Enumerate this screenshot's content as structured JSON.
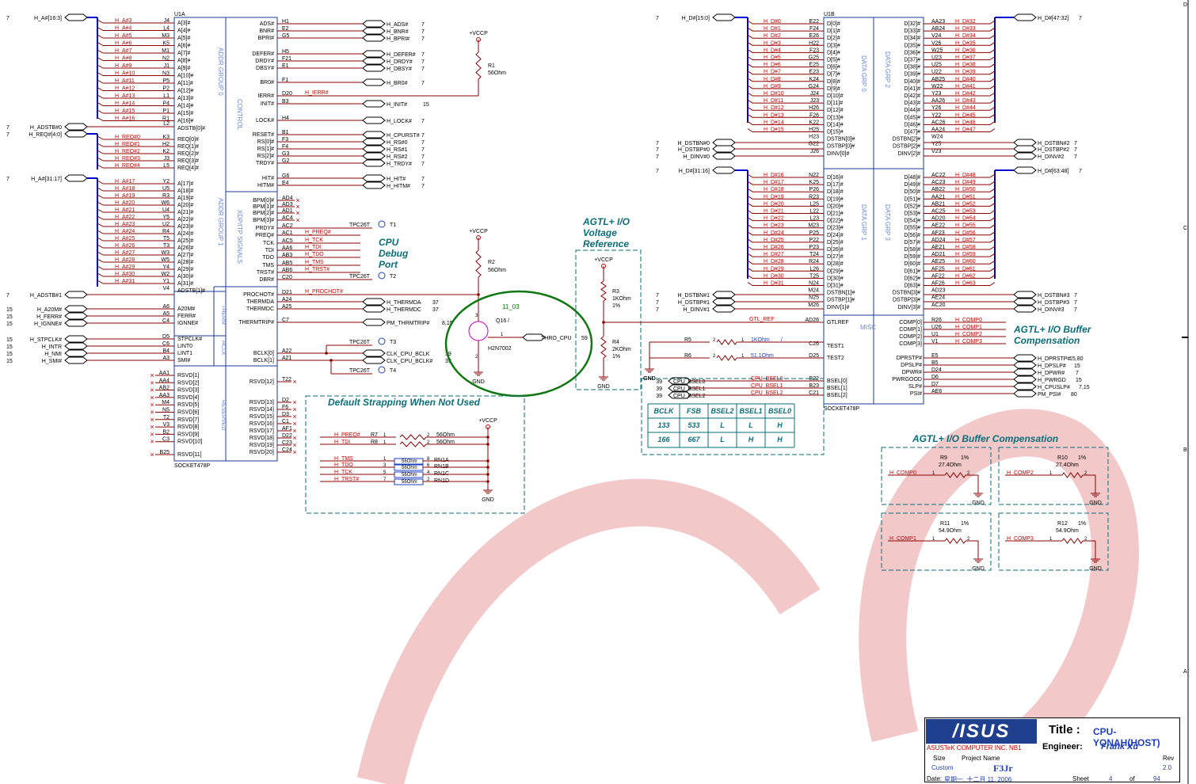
{
  "u1a": {
    "name": "U1A",
    "part": "SOCKET478P",
    "groups": [
      "ADDR GROUP 0",
      "CONTROL",
      "ADDR GROUP 1",
      "XDP/ITP SIGNALS",
      "THERM",
      "HCLK",
      "RESERVED"
    ],
    "bus_left": [
      "H_A#[16:3]",
      "H_ADSTB#0",
      "H_REQ#[4:0]",
      "H_A#[31:17]",
      "H_ADSTB#1",
      "H_A20M#",
      "H_FERR#",
      "H_IGNNE#",
      "H_STPCLK#",
      "H_INTR",
      "H_NMI",
      "H_SMI#"
    ],
    "left_pages": [
      "7",
      "7",
      "7",
      "7",
      "7",
      "15",
      "15",
      "15",
      "15",
      "15",
      "15",
      "15"
    ],
    "a_nets_1": [
      "H_A#3",
      "H_A#4",
      "H_A#5",
      "H_A#6",
      "H_A#7",
      "H_A#8",
      "H_A#9",
      "H_A#10",
      "H_A#11",
      "H_A#12",
      "H_A#13",
      "H_A#14",
      "H_A#15",
      "H_A#16"
    ],
    "a_balls_1": [
      "J4",
      "L4",
      "M3",
      "K5",
      "M1",
      "N2",
      "J1",
      "N3",
      "P5",
      "P2",
      "L1",
      "P4",
      "P1",
      "R1"
    ],
    "a_pins_1": [
      "A[3]#",
      "A[4]#",
      "A[5]#",
      "A[6]#",
      "A[7]#",
      "A[8]#",
      "A[9]#",
      "A[10]#",
      "A[11]#",
      "A[12]#",
      "A[13]#",
      "A[14]#",
      "A[15]#",
      "A[16]#",
      "ADSTB[0]#"
    ],
    "req_nets": [
      "H_REQ#0",
      "H_REQ#1",
      "H_REQ#2",
      "H_REQ#3",
      "H_REQ#4"
    ],
    "req_balls": [
      "L2",
      "K3",
      "H2",
      "K2",
      "J3",
      "L5"
    ],
    "req_pins": [
      "REQ[0]#",
      "REQ[1]#",
      "REQ[2]#",
      "REQ[3]#",
      "REQ[4]#"
    ],
    "a_nets_2": [
      "H_A#17",
      "H_A#18",
      "H_A#19",
      "H_A#20",
      "H_A#21",
      "H_A#22",
      "H_A#23",
      "H_A#24",
      "H_A#25",
      "H_A#26",
      "H_A#27",
      "H_A#28",
      "H_A#29",
      "H_A#30",
      "H_A#31"
    ],
    "a_balls_2": [
      "Y2",
      "U5",
      "R3",
      "W6",
      "U4",
      "Y5",
      "U2",
      "R4",
      "T5",
      "T3",
      "W3",
      "W5",
      "Y4",
      "W2",
      "Y1",
      "V4"
    ],
    "a_pins_2": [
      "A[17]#",
      "A[18]#",
      "A[19]#",
      "A[20]#",
      "A[21]#",
      "A[22]#",
      "A[23]#",
      "A[24]#",
      "A[25]#",
      "A[26]#",
      "A[27]#",
      "A[28]#",
      "A[29]#",
      "A[30]#",
      "A[31]#",
      "ADSTB[1]#"
    ],
    "misc_left_balls": [
      "A6",
      "A5",
      "C4",
      "D5",
      "C6",
      "B4",
      "A3"
    ],
    "misc_left_pins": [
      "A20M#",
      "FERR#",
      "IGNNE#",
      "STPCLK#",
      "LINT0",
      "LINT1",
      "SMI#"
    ],
    "rsvd_left_balls": [
      "AA1",
      "AA4",
      "AB2",
      "AA3",
      "M4",
      "N5",
      "T2",
      "V3",
      "B2",
      "C3",
      "B25"
    ],
    "rsvd_left_pins": [
      "RSVD[1]",
      "RSVD[2]",
      "RSVD[3]",
      "RSVD[4]",
      "RSVD[5]",
      "RSVD[6]",
      "RSVD[7]",
      "RSVD[8]",
      "RSVD[9]",
      "RSVD[10]",
      "RSVD[11]"
    ],
    "ctrl_pins": [
      "ADS#",
      "BNR#",
      "BPRI#",
      "DEFER#",
      "DRDY#",
      "DBSY#",
      "BR0#",
      "IERR#",
      "INIT#",
      "LOCK#",
      "RESET#",
      "RS[0]#",
      "RS[1]#",
      "RS[2]#",
      "TRDY#",
      "HIT#",
      "HITM#"
    ],
    "ctrl_balls": [
      "H1",
      "E2",
      "G5",
      "H5",
      "F21",
      "E1",
      "F1",
      "D20",
      "B3",
      "H4",
      "B1",
      "F3",
      "F4",
      "G3",
      "G2",
      "G6",
      "E4"
    ],
    "ctrl_nets": [
      "H_ADS#",
      "H_BNR#",
      "H_BPRI#",
      "H_DEFER#",
      "H_DRDY#",
      "H_DBSY#",
      "H_BR0#",
      "H_IERR#",
      "H_INIT#",
      "H_LOCK#",
      "H_CPURST#",
      "H_RS#0",
      "H_RS#1",
      "H_RS#2",
      "H_TRDY#",
      "H_HIT#",
      "H_HITM#"
    ],
    "ctrl_pages": [
      "7",
      "7",
      "7",
      "7",
      "7",
      "7",
      "7",
      "",
      "15",
      "7",
      "7",
      "7",
      "7",
      "7",
      "7",
      "7",
      "7"
    ],
    "xdp_pins": [
      "BPM[0]#",
      "BPM[1]#",
      "BPM[2]#",
      "BPM[3]#",
      "PRDY#",
      "PREQ#",
      "TCK",
      "TDI",
      "TDO",
      "TMS",
      "TRST#",
      "DBR#"
    ],
    "xdp_balls": [
      "AD4",
      "AD3",
      "AD1",
      "AC4",
      "AC2",
      "AC1",
      "AC5",
      "AA6",
      "AB3",
      "AB5",
      "AB6",
      "C20"
    ],
    "xdp_nets": [
      "H_PREQ#",
      "H_TCK",
      "H_TDI",
      "H_TDO",
      "H_TMS",
      "H_TRST#"
    ],
    "therm_pins": [
      "PROCHOT#",
      "THERMDA",
      "THERMDC",
      "THERMTRIP#"
    ],
    "therm_balls": [
      "D21",
      "A24",
      "A25",
      "C7"
    ],
    "therm_nets": [
      "H_PROCHOT#",
      "H_THERMDA",
      "H_THERMDC",
      "PM_THRMTRIP#"
    ],
    "therm_pages": [
      "",
      "37",
      "37",
      "8,15"
    ],
    "clk_pins": [
      "BCLK[0]",
      "BCLK[1]"
    ],
    "clk_balls": [
      "A22",
      "A21"
    ],
    "clk_nets": [
      "CLK_CPU_BCLK",
      "CLK_CPU_BCLK#"
    ],
    "clk_pages": [
      "39",
      "39"
    ],
    "rsvd_right_pins": [
      "RSVD[12]",
      "RSVD[13]",
      "RSVD[14]",
      "RSVD[15]",
      "RSVD[16]",
      "RSVD[17]",
      "RSVD[18]",
      "RSVD[19]",
      "RSVD[20]"
    ],
    "rsvd_right_balls": [
      "T22",
      "D2",
      "F6",
      "D3",
      "C1",
      "AF1",
      "D22",
      "C23",
      "C24"
    ],
    "testpoints": [
      "TPC26T",
      "T1",
      "TPC26T",
      "T2",
      "TPC26T",
      "T3",
      "TPC26T",
      "T4"
    ]
  },
  "u1b": {
    "name": "U1B",
    "part": "SOCKET478P",
    "groups": [
      "DATA GRP 0",
      "DATA GRP 2",
      "DATA GRP 1",
      "DATA GRP 3",
      "MISC"
    ],
    "bus_left": [
      "H_D#[15:0]",
      "H_DSTBN#0",
      "H_DSTBP#0",
      "H_DINV#0",
      "H_D#[31:16]",
      "H_DSTBN#1",
      "H_DSTBP#1",
      "H_DINV#1"
    ],
    "bus_right": [
      "H_D#[47:32]",
      "H_DSTBN#2",
      "H_DSTBP#2",
      "H_DINV#2",
      "H_D#[63:48]",
      "H_DSTBN#3",
      "H_DSTBP#3",
      "H_DINV#3"
    ],
    "d_nets_0": [
      "H_D#0",
      "H_D#1",
      "H_D#2",
      "H_D#3",
      "H_D#4",
      "H_D#5",
      "H_D#6",
      "H_D#7",
      "H_D#8",
      "H_D#9",
      "H_D#10",
      "H_D#11",
      "H_D#12",
      "H_D#13",
      "H_D#14",
      "H_D#15"
    ],
    "d_balls_0": [
      "E22",
      "F24",
      "E26",
      "H22",
      "F23",
      "G25",
      "E25",
      "E23",
      "K24",
      "G24",
      "J24",
      "J23",
      "H26",
      "F26",
      "K22",
      "H25",
      "H23",
      "G22",
      "J26"
    ],
    "d_pins_0": [
      "D[0]#",
      "D[1]#",
      "D[2]#",
      "D[3]#",
      "D[4]#",
      "D[5]#",
      "D[6]#",
      "D[7]#",
      "D[8]#",
      "D[9]#",
      "D[10]#",
      "D[11]#",
      "D[12]#",
      "D[13]#",
      "D[14]#",
      "D[15]#",
      "DSTBN[0]#",
      "DSTBP[0]#",
      "DINV[0]#"
    ],
    "d_nets_1": [
      "H_D#16",
      "H_D#17",
      "H_D#18",
      "H_D#19",
      "H_D#20",
      "H_D#21",
      "H_D#22",
      "H_D#23",
      "H_D#24",
      "H_D#25",
      "H_D#26",
      "H_D#27",
      "H_D#28",
      "H_D#29",
      "H_D#30",
      "H_D#31"
    ],
    "d_balls_1": [
      "N22",
      "K25",
      "P26",
      "R23",
      "L25",
      "L22",
      "L23",
      "M23",
      "P25",
      "P22",
      "P23",
      "T24",
      "R24",
      "L26",
      "T25",
      "N24",
      "M24",
      "N25",
      "M26"
    ],
    "d_pins_1": [
      "D[16]#",
      "D[17]#",
      "D[18]#",
      "D[19]#",
      "D[20]#",
      "D[21]#",
      "D[22]#",
      "D[23]#",
      "D[24]#",
      "D[25]#",
      "D[26]#",
      "D[27]#",
      "D[28]#",
      "D[29]#",
      "D[30]#",
      "D[31]#",
      "DSTBN[1]#",
      "DSTBP[1]#",
      "DINV[1]#"
    ],
    "d_pins_2": [
      "D[32]#",
      "D[33]#",
      "D[34]#",
      "D[35]#",
      "D[36]#",
      "D[37]#",
      "D[38]#",
      "D[39]#",
      "D[40]#",
      "D[41]#",
      "D[42]#",
      "D[43]#",
      "D[44]#",
      "D[45]#",
      "D[46]#",
      "D[47]#",
      "DSTBN[2]#",
      "DSTBP[2]#",
      "DINV[2]#"
    ],
    "d_balls_2": [
      "AA23",
      "AB24",
      "V24",
      "V26",
      "W25",
      "U23",
      "U25",
      "U22",
      "AB25",
      "W22",
      "Y23",
      "AA26",
      "Y26",
      "Y22",
      "AC26",
      "AA24",
      "W24",
      "Y25",
      "V23"
    ],
    "d_nets_2": [
      "H_D#32",
      "H_D#33",
      "H_D#34",
      "H_D#35",
      "H_D#36",
      "H_D#37",
      "H_D#38",
      "H_D#39",
      "H_D#40",
      "H_D#41",
      "H_D#42",
      "H_D#43",
      "H_D#44",
      "H_D#45",
      "H_D#46",
      "H_D#47"
    ],
    "d_pins_3": [
      "D[48]#",
      "D[49]#",
      "D[50]#",
      "D[51]#",
      "D[52]#",
      "D[53]#",
      "D[54]#",
      "D[55]#",
      "D[56]#",
      "D[57]#",
      "D[58]#",
      "D[59]#",
      "D[60]#",
      "D[61]#",
      "D[62]#",
      "D[63]#",
      "DSTBN[3]#",
      "DSTBP[3]#",
      "DINV[3]#"
    ],
    "d_balls_3": [
      "AC22",
      "AC23",
      "AB22",
      "AA21",
      "AB21",
      "AC25",
      "AD20",
      "AE22",
      "AF23",
      "AD24",
      "AE21",
      "AD21",
      "AE25",
      "AF25",
      "AF22",
      "AF26",
      "AD23",
      "AE24",
      "AC20"
    ],
    "d_nets_3": [
      "H_D#48",
      "H_D#49",
      "H_D#50",
      "H_D#51",
      "H_D#52",
      "H_D#53",
      "H_D#54",
      "H_D#55",
      "H_D#56",
      "H_D#57",
      "H_D#58",
      "H_D#59",
      "H_D#60",
      "H_D#61",
      "H_D#62",
      "H_D#63"
    ],
    "misc_left_pins": [
      "GTLREF",
      "TEST1",
      "TEST2",
      "BSEL[0]",
      "BSEL[1]",
      "BSEL[2]"
    ],
    "misc_left_balls": [
      "AD26",
      "C26",
      "D25",
      "B22",
      "B23",
      "C21"
    ],
    "misc_right_pins": [
      "COMP[0]",
      "COMP[1]",
      "COMP[2]",
      "COMP[3]",
      "DPRSTP#",
      "DPSLP#",
      "DPWR#",
      "PWRGOOD",
      "SLP#",
      "PSI#"
    ],
    "misc_right_balls": [
      "R26",
      "U26",
      "U1",
      "V1",
      "E5",
      "B5",
      "D24",
      "D6",
      "D7",
      "AE6"
    ],
    "comp_nets": [
      "H_COMP0",
      "H_COMP1",
      "H_COMP2",
      "H_COMP3"
    ],
    "pwr_nets": [
      "H_DPRSTP#",
      "H_DPSLP#",
      "H_DPWR#",
      "H_PWRGD",
      "H_CPUSLP#",
      "PM_PSI#"
    ],
    "pwr_pages": [
      "15,80",
      "15",
      "7",
      "15",
      "7,15",
      "80"
    ],
    "bsel_nets": [
      "CPU_BSEL0",
      "CPU_BSEL1",
      "CPU_BSEL2"
    ],
    "bsel_pages": [
      "39",
      "39",
      "39"
    ],
    "gtl_net": "GTL_REF"
  },
  "resistors": {
    "r1": [
      "R1",
      "56Ohm"
    ],
    "r2": [
      "R2",
      "56Ohm"
    ],
    "r3": [
      "R3",
      "1KOhm",
      "1%"
    ],
    "r4": [
      "R4",
      "2KOhm",
      "1%"
    ],
    "r5": [
      "R5",
      "1KOhm"
    ],
    "r6": [
      "R6",
      "51.1Ohm"
    ],
    "r7": [
      "R7",
      "56Ohm"
    ],
    "r8": [
      "R8",
      "56Ohm"
    ],
    "rn": [
      "RN1A",
      "RN1B",
      "RN1C",
      "RN1D"
    ],
    "rn_val": "56Ohm",
    "comp": [
      [
        "R9",
        "1%",
        "27.4Ohm"
      ],
      [
        "R10",
        "1%",
        "27.4Ohm"
      ],
      [
        "R11",
        "1%",
        "54.9Ohm"
      ],
      [
        "R12",
        "1%",
        "54.9Ohm"
      ]
    ]
  },
  "q16": {
    "ref": "Q16 /",
    "part": "H2N7002",
    "net": "THRO_CPU",
    "page": "59",
    "note": "11_03"
  },
  "labels": {
    "vccp": "+VCCP",
    "gnd": "GND",
    "debug": [
      "CPU",
      "Debug",
      "Port"
    ],
    "agtl_vref": [
      "AGTL+ I/O",
      "Voltage",
      "Reference"
    ],
    "agtl_comp": [
      "AGTL+ I/O Buffer",
      "Compensation"
    ],
    "agtl_comp2": "AGTL+ I/O Buffer Compensation",
    "strap": "Default Strapping When Not Used",
    "strap_nets": [
      "H_PREQ#",
      "H_TDI",
      "H_TMS",
      "H_TDO",
      "H_TCK",
      "H_TRST#"
    ]
  },
  "fsb_table": {
    "headers": [
      "BCLK",
      "FSB",
      "BSEL2",
      "BSEL1",
      "BSEL0"
    ],
    "rows": [
      [
        "133",
        "533",
        "L",
        "L",
        "H"
      ],
      [
        "166",
        "667",
        "L",
        "H",
        "H"
      ]
    ]
  },
  "border": [
    "D",
    "C",
    "B",
    "A"
  ],
  "title_block": {
    "logo": "/ISUS",
    "title_label": "Title :",
    "title": "CPU-YONAH(HOST)",
    "company": "ASUSTeK COMPUTER INC. NB1",
    "engineer_label": "Engineer:",
    "engineer": "Frank Xu",
    "size_label": "Size",
    "size": "Custom",
    "project_label": "Project Name",
    "project": "F3Jr",
    "rev_label": "Rev",
    "rev": "2.0",
    "date_label": "Date:",
    "date": "星期一, 十二月 11, 2006",
    "sheet_label": "Sheet",
    "sheet": "4",
    "of_label": "of",
    "total": "94"
  },
  "colors": {
    "wire": "#8b0000",
    "bus": "#0000cc",
    "net": "#cc0000",
    "green": "#007a00",
    "teal": "#0a6f7a",
    "box": "#1a3a99",
    "watermark": "#f2c8c8"
  }
}
